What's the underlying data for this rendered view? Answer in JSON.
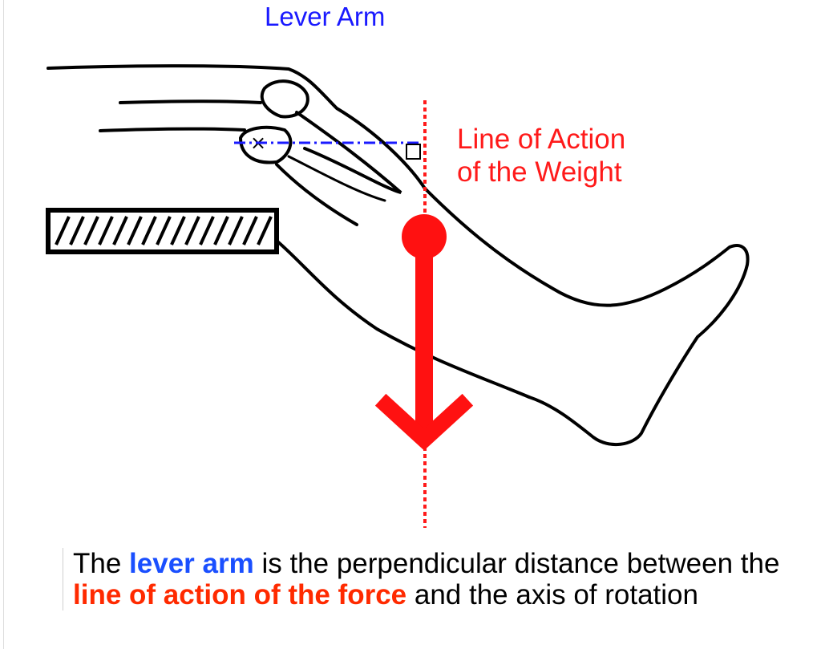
{
  "diagram": {
    "lever_arm_title": "Lever Arm",
    "line_of_action_label_1": "Line of Action",
    "line_of_action_label_2": "of the Weight",
    "axis_marker": "×",
    "colors": {
      "lever_arm": "#1a1aff",
      "line_of_action": "#ff1a1a",
      "force": "#ff1111",
      "outline": "#000000"
    }
  },
  "caption": {
    "part1": "The ",
    "lever_arm": "lever arm",
    "part2": " is the perpendicular distance between the ",
    "line_of_action": "line of action of the force",
    "part3": " and the axis of rotation"
  }
}
